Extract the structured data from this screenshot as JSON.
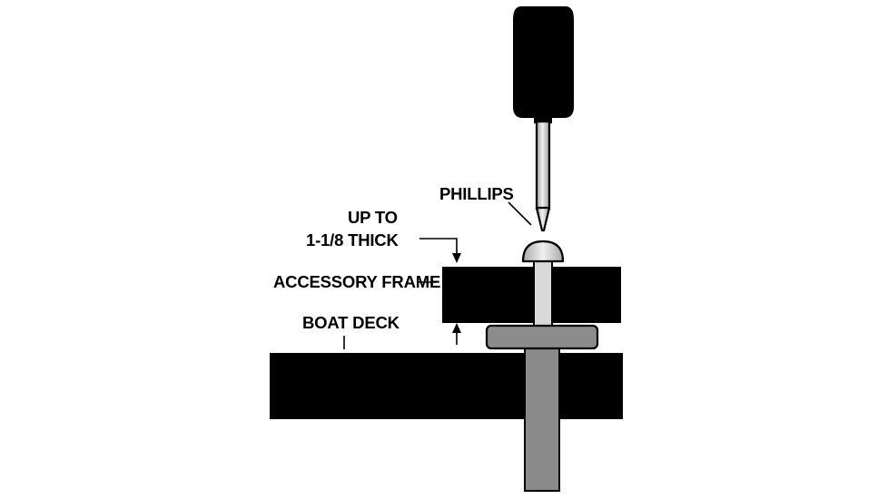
{
  "labels": {
    "phillips": "PHILLIPS",
    "thickness_line1": "UP TO",
    "thickness_line2": "1-1/8 THICK",
    "accessory_frame": "ACCESSORY FRAME",
    "boat_deck": "BOAT DECK"
  },
  "colors": {
    "background": "#ffffff",
    "solid": "#000000",
    "screw_body": "#d9d9d9",
    "washer": "#8c8c8c",
    "threaded_rod": "#8a8a8a"
  },
  "icons": {
    "tool": "phillips-screwdriver-icon"
  }
}
